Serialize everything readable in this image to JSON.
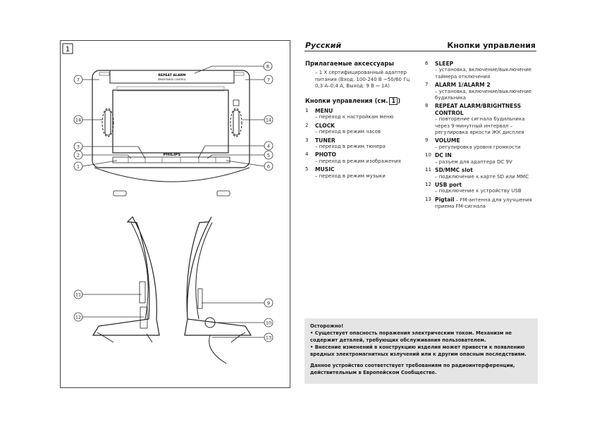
{
  "figure": {
    "panel_label": "1",
    "device_brand": "PHILIPS",
    "repeat_alarm": "REPEAT ALARM",
    "brightness_control": "BRIGHTNESS CONTROL",
    "callouts": [
      "1",
      "2",
      "3",
      "4",
      "5",
      "6",
      "7",
      "7",
      "8",
      "9",
      "10",
      "11",
      "12",
      "13",
      "14",
      "14"
    ]
  },
  "header": {
    "language": "Русский",
    "title": "Кнопки управления"
  },
  "accessories": {
    "heading": "Прилагаемые аксессуары",
    "items": [
      "– 1 Х сертифицированный адаптер питания (Вход: 100-240 В ~50/60 Гц 0,3 А–0,4 А, Выход: 9 В ⎓ 1А)"
    ]
  },
  "controls": {
    "heading": "Кнопки управления (см.",
    "heading_ref": "1",
    "heading_end": ")",
    "items": [
      {
        "num": "1",
        "label": "MENU",
        "desc": "– переход к настройкам меню"
      },
      {
        "num": "2",
        "label": "CLOCK",
        "desc": "– переход в режим часов"
      },
      {
        "num": "3",
        "label": "TUNER",
        "desc": "– переход в режим тюнера"
      },
      {
        "num": "4",
        "label": "PHOTO",
        "desc": "– переход в режим изображения"
      },
      {
        "num": "5",
        "label": "MUSIC",
        "desc": "– переход в режим музыки"
      }
    ]
  },
  "controls_cont": {
    "items": [
      {
        "num": "6",
        "label": "SLEEP",
        "desc": "– установка, включение/выключение таймера отключения"
      },
      {
        "num": "7",
        "label": "ALARM 1/ALARM 2",
        "desc": "– установка, включение/выключение будильника"
      },
      {
        "num": "8",
        "label": "REPEAT ALARM/BRIGHTNESS CONTROL",
        "desc": "– повторение сигнала будильника через 9-минутный интервал – регулировка яркости ЖК дисплея"
      },
      {
        "num": "9",
        "label": "VOLUME",
        "desc": "– регулировка уровня громкости"
      },
      {
        "num": "10",
        "label": "DC IN",
        "desc": "– разъем для адаптера DC 9V"
      },
      {
        "num": "11",
        "label": "SD/MMC slot",
        "desc": "– подключение к карте SD или MMC"
      },
      {
        "num": "12",
        "label": "USB port",
        "desc": "– подключение к устройству USB"
      },
      {
        "num": "13",
        "label": "Pigtail",
        "desc": "– FM-антенна для улучшения приема FM-сигнала"
      }
    ]
  },
  "warning": {
    "title": "Осторожно!",
    "line1": "• Существует опасность поражения электрическим током. Механизм не содержит деталей, требующих обслуживания пользователем.",
    "line2": "• Внесение изменений в конструкцию изделия может привести к появлению вредных электромагнитных излучений или к другим опасным последствиям.",
    "line3": "Данное устройство соответствует требованиям по радиоинтерференции, действительным в Европейском Сообществе."
  }
}
